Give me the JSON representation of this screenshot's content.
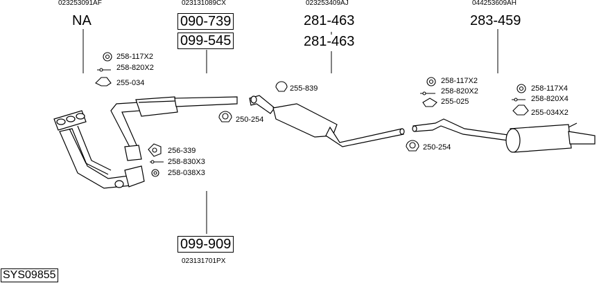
{
  "system_code": "SYS09855",
  "groups": [
    {
      "oem": "023253091AF",
      "codes": [
        "NA"
      ]
    },
    {
      "oem": "023131089CX",
      "codes": [
        "090-739",
        "099-545"
      ]
    },
    {
      "oem": "023253409AJ",
      "codes": [
        "281-463",
        "281-463"
      ]
    },
    {
      "oem": "044253609AH",
      "codes": [
        "283-459"
      ]
    },
    {
      "oem": "023131701PX",
      "codes": [
        "099-909"
      ]
    }
  ],
  "parts": [
    "258-117X2",
    "258-820X2",
    "255-034",
    "256-339",
    "258-830X3",
    "258-038X3",
    "250-254",
    "255-839",
    "250-254",
    "258-117X2",
    "258-820X2",
    "255-025",
    "258-117X4",
    "258-820X4",
    "255-034X2"
  ]
}
